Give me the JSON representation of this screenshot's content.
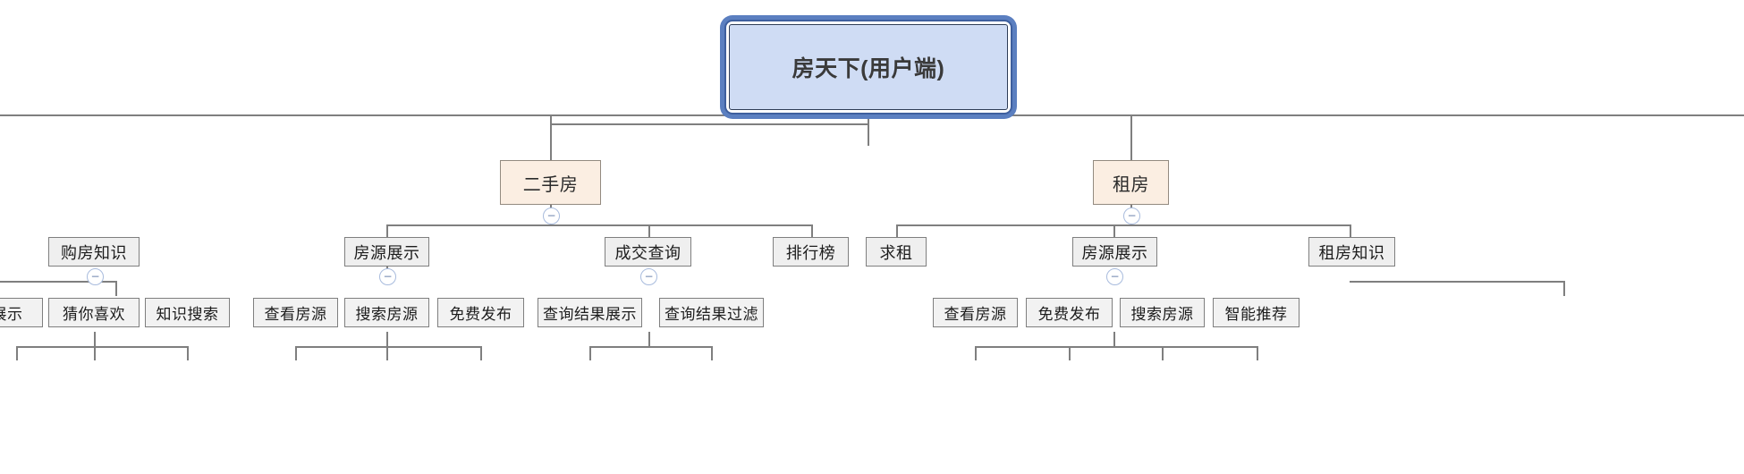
{
  "diagram": {
    "type": "mindmap-tree",
    "title": "房天下(用户端)",
    "collapse_glyph": "−",
    "colors": {
      "root_fill": "#cfdcf4",
      "root_border": "#3e5f9e",
      "level2_fill": "#fbeee2",
      "level2_border": "#938a80",
      "level3_fill": "#efefef",
      "node_border": "#7f7f7f",
      "leaf_fill": "#f2f2f2",
      "connector": "#7f7f7f",
      "toggle_border": "#a8bbdd",
      "toggle_glyph_color": "#6d84ad"
    },
    "root": {
      "label": "房天下(用户端)"
    },
    "level2": [
      {
        "label": "二手房",
        "has_toggle": true
      },
      {
        "label": "租房",
        "has_toggle": true
      }
    ],
    "level3": [
      {
        "label": "购房知识",
        "has_toggle": true
      },
      {
        "label": "房源展示",
        "has_toggle": true
      },
      {
        "label": "成交查询",
        "has_toggle": true
      },
      {
        "label": "排行榜",
        "has_toggle": false
      },
      {
        "label": "求租",
        "has_toggle": false
      },
      {
        "label": "房源展示",
        "has_toggle": true
      },
      {
        "label": "租房知识",
        "has_toggle": false
      }
    ],
    "leaves": [
      {
        "label": "展示"
      },
      {
        "label": "猜你喜欢"
      },
      {
        "label": "知识搜索"
      },
      {
        "label": "查看房源"
      },
      {
        "label": "搜索房源"
      },
      {
        "label": "免费发布"
      },
      {
        "label": "查询结果展示"
      },
      {
        "label": "查询结果过滤"
      },
      {
        "label": "查看房源"
      },
      {
        "label": "免费发布"
      },
      {
        "label": "搜索房源"
      },
      {
        "label": "智能推荐"
      }
    ]
  }
}
